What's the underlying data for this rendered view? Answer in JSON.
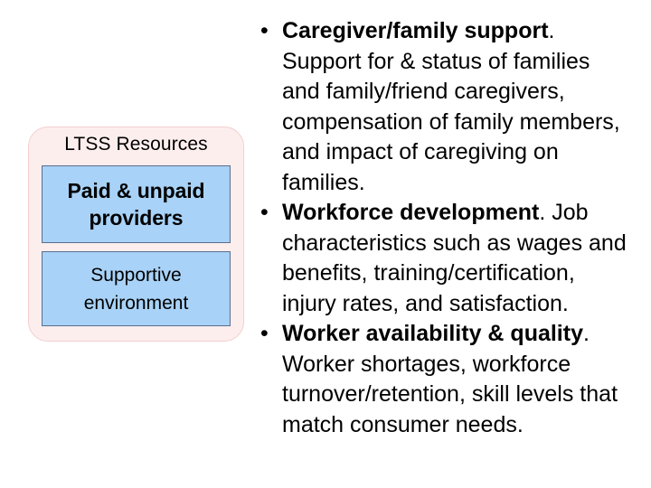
{
  "diagram": {
    "title": "LTSS Resources",
    "boxes": [
      {
        "label": "Paid & unpaid providers"
      },
      {
        "label": "Supportive environment"
      }
    ],
    "colors": {
      "panel_fill": "#fdeeee",
      "panel_border": "#f3cfcf",
      "box_fill": "#a8d2f7",
      "box_border": "#5b6f8c"
    }
  },
  "bullets": {
    "marker": "•",
    "items": [
      {
        "lead": "Caregiver/family support",
        "body": ". Support for & status of families and family/friend caregivers, compensation of family members, and impact of caregiving on families."
      },
      {
        "lead": "Workforce development",
        "body": ". Job characteristics such as wages and benefits, training/certification, injury rates, and satisfaction."
      },
      {
        "lead": "Worker availability & quality",
        "body": ". Worker shortages, workforce turnover/retention, skill levels that match consumer needs."
      }
    ]
  }
}
